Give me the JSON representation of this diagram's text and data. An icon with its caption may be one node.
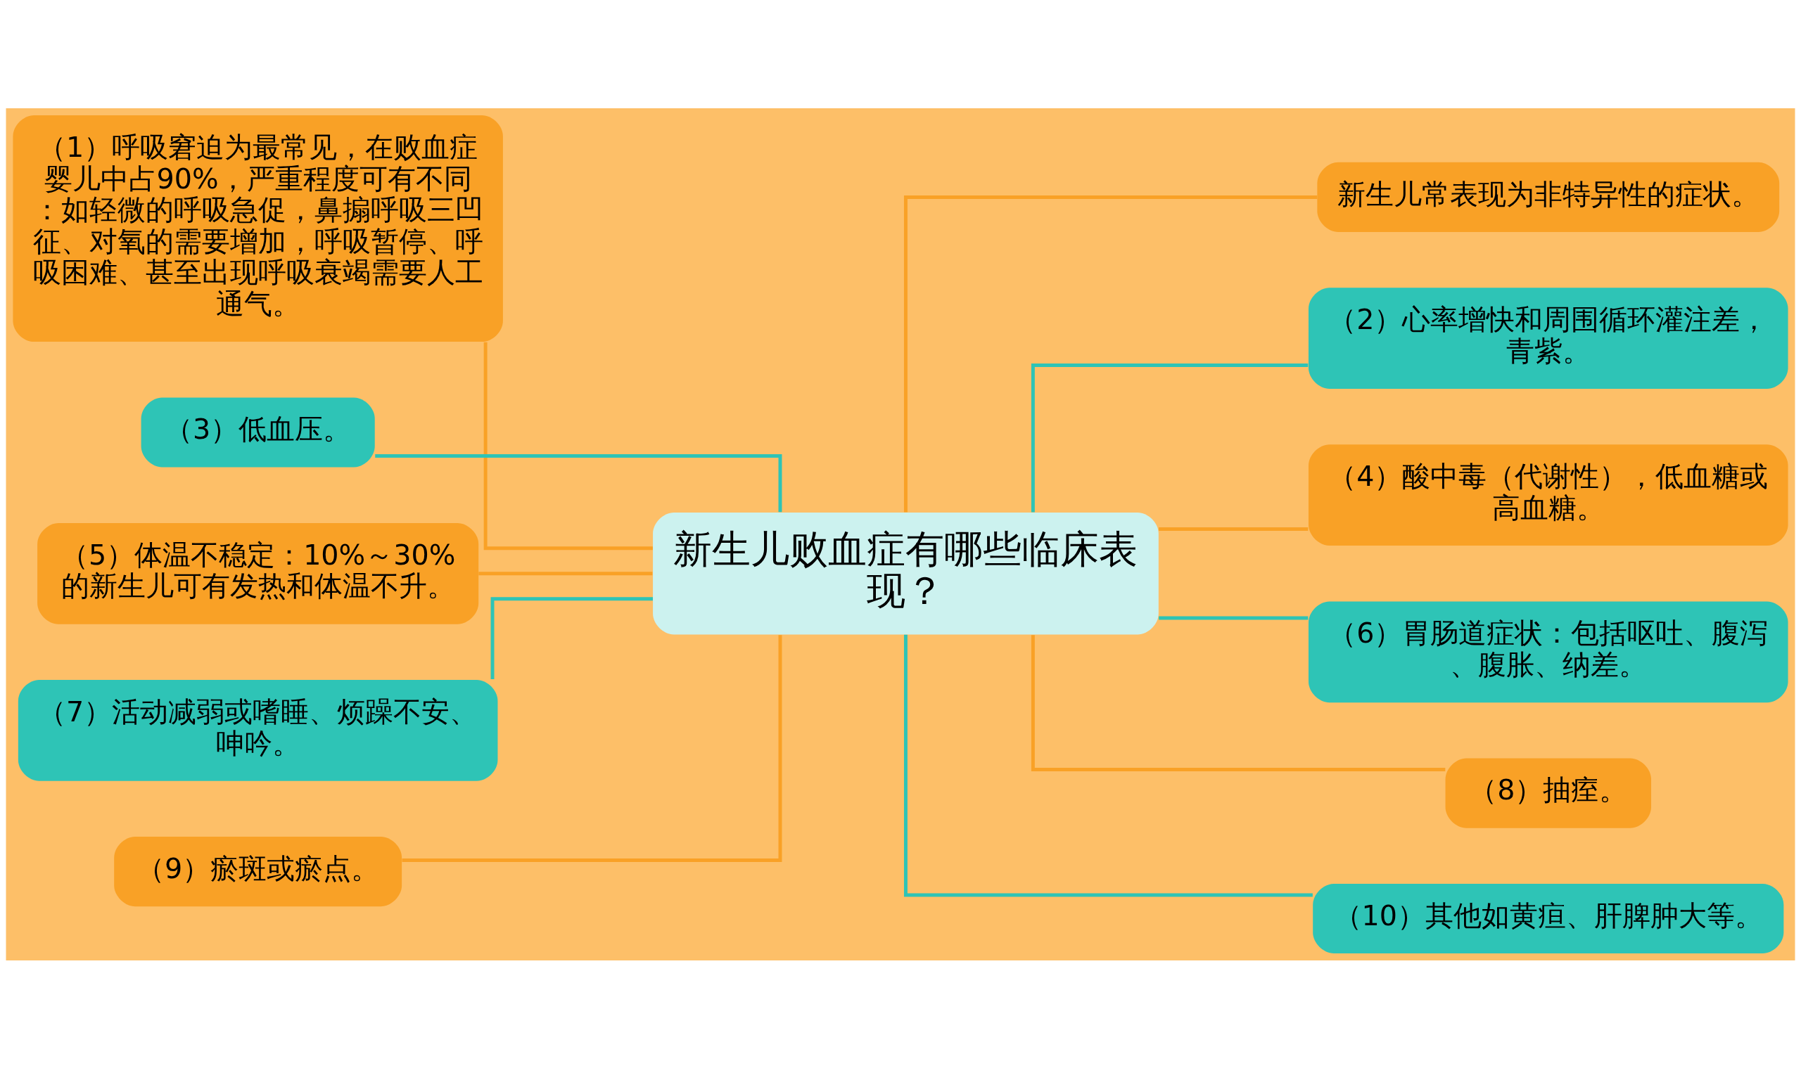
{
  "diagram": {
    "nodes": [
      {
        "text": [
          "新生儿败血症有哪些临床表现？"
        ]
      },
      {
        "text": [
          "（1）呼吸窘迫为最常见，在败血症婴儿中占90%，严重程度可有不同：如轻微的呼吸急促，鼻搧呼吸三凹征、对氧的需要增加，呼吸暂停、呼吸困难、甚至出现呼吸衰竭需要人工通气。"
        ]
      },
      {
        "text": [
          "（3）低血压。"
        ]
      },
      {
        "text": [
          "（5）体温不稳定：10%～30%的新生儿可有发热和体温不升。"
        ]
      },
      {
        "text": [
          "（7）活动减弱或嗜睡、烦躁不安、呻吟。"
        ]
      },
      {
        "text": [
          "（9）瘀斑或瘀点。"
        ]
      },
      {
        "text": [
          "新生儿常表现为非特异性的症状。"
        ]
      },
      {
        "text": [
          "（2）心率增快和周围循环灌注差，青紫。"
        ]
      },
      {
        "text": [
          "（4）酸中毒（代谢性），低血糖或高血糖。"
        ]
      },
      {
        "text": [
          "（6）胃肠道症状：包括呕吐、腹泻、腹胀、纳差。"
        ]
      },
      {
        "text": [
          "（8）抽痓。"
        ]
      },
      {
        "text": [
          "（10）其他如黄疸、肝脾肿大等。"
        ]
      }
    ],
    "edges": [
      {
        "from": 0,
        "to": 1,
        "arrow": "none"
      },
      {
        "from": 0,
        "to": 2,
        "arrow": "none",
        "color": "#2ec4b6"
      },
      {
        "from": 0,
        "to": 3,
        "arrow": "none"
      },
      {
        "from": 0,
        "to": 4,
        "arrow": "none",
        "color": "#2ec4b6"
      },
      {
        "from": 0,
        "to": 5,
        "arrow": "none"
      },
      {
        "from": 0,
        "to": 6,
        "arrow": "none"
      },
      {
        "from": 0,
        "to": 7,
        "arrow": "none",
        "color": "#2ec4b6"
      },
      {
        "from": 0,
        "to": 8,
        "arrow": "none"
      },
      {
        "from": 0,
        "to": 9,
        "arrow": "none",
        "color": "#2ec4b6"
      },
      {
        "from": 0,
        "to": 10,
        "arrow": "none"
      },
      {
        "from": 0,
        "to": 11,
        "arrow": "none",
        "color": "#2ec4b6"
      }
    ]
  }
}
